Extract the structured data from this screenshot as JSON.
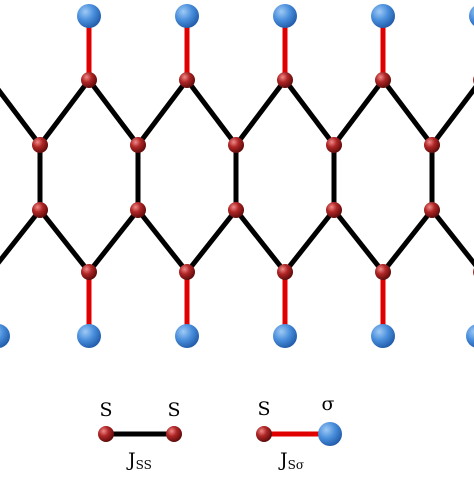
{
  "colors": {
    "background": "#ffffff",
    "ss_bond": "#000000",
    "s_sigma_bond": "#e00000",
    "s_site": "#a01818",
    "sigma_site": "#3d86d6"
  },
  "lattice": {
    "column_count": 6,
    "zigzag_column_count": 5
  },
  "legend": {
    "ss": {
      "left_label": "S",
      "right_label": "S",
      "coupling_main": "J",
      "coupling_sub": "SS"
    },
    "ssigma": {
      "left_label": "S",
      "right_label": "σ",
      "coupling_main": "J",
      "coupling_sub": "Sσ"
    }
  }
}
